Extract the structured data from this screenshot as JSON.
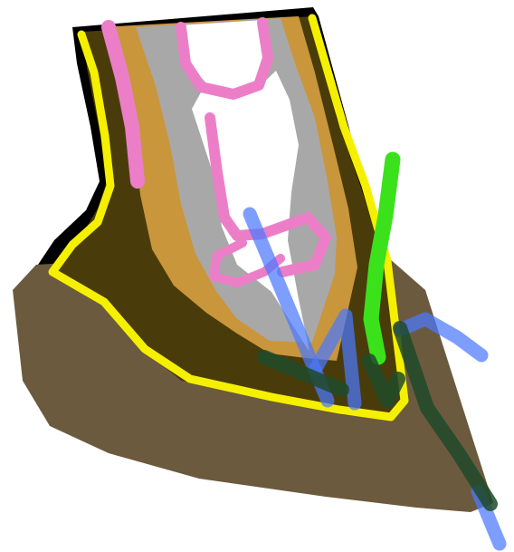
{
  "colors": {
    "background": "#ffffff",
    "outer_skin": "#000000",
    "boundary_line": "#f5f000",
    "hoof_capsule": "#6b5a3e",
    "dark_tissue": "#4a3c0a",
    "tan_tissue": "#c9963c",
    "bone_gray": "#a8a8a8",
    "bone_marrow": "#ffffff",
    "pink_tissue": "#ec7ec8",
    "blue_marks": "#4b78ff",
    "green_line": "#3be21c",
    "dark_green_marks": "#1f4a2a"
  },
  "regions": [
    "outer-skin",
    "hoof-capsule",
    "dark-tissue",
    "boundary-line",
    "tan-tissue",
    "bone",
    "bone-marrow",
    "pink-tissue"
  ],
  "annotations": [
    "blue-marks",
    "green-line",
    "dark-green-marks"
  ]
}
